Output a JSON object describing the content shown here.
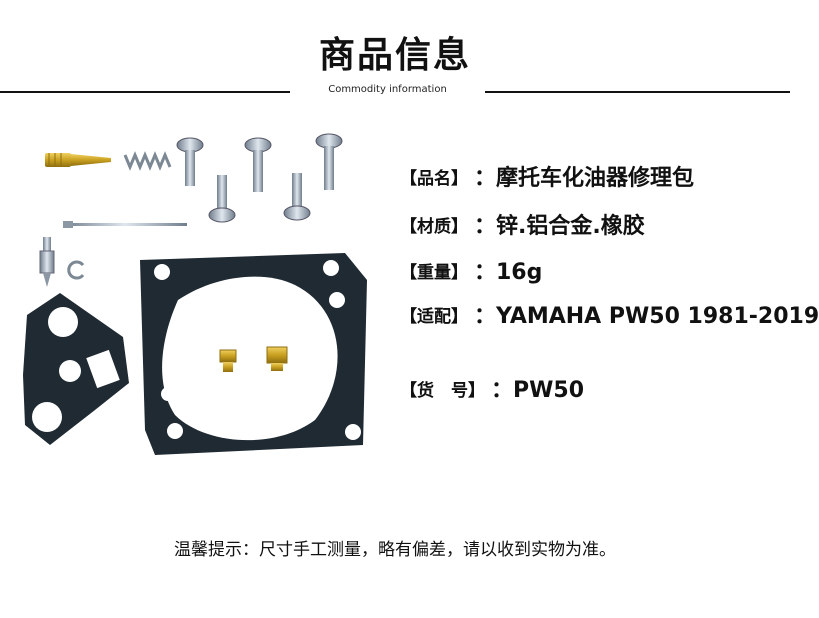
{
  "header": {
    "title": "商品信息",
    "subtitle": "Commodity information"
  },
  "specs": [
    {
      "label": "【品名】",
      "value": "：摩托车化油器修理包"
    },
    {
      "label": "【材质】",
      "value": "：锌.铝合金.橡胶"
    },
    {
      "label": "【重量】",
      "value": "：16g"
    },
    {
      "label": "【适配】",
      "value": "：YAMAHA PW50 1981-2019"
    },
    {
      "label": "【货　号】",
      "value": "：PW50"
    }
  ],
  "footer": {
    "note": "温馨提示：尺寸手工测量，略有偏差，请以收到实物为准。"
  },
  "colors": {
    "gasket": "#1f2a33",
    "brass": "#d4ac2a",
    "steel": "#9aa8b6"
  }
}
